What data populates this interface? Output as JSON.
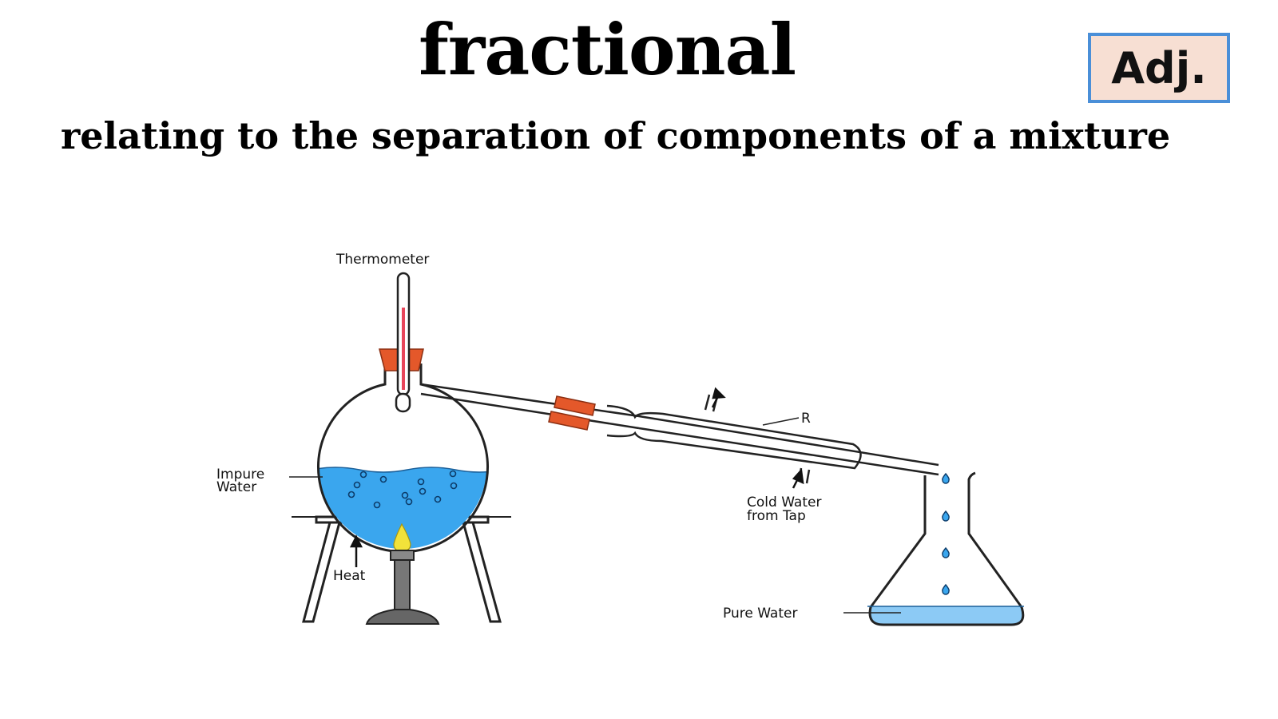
{
  "word": "fractional",
  "part_of_speech": "Adj.",
  "definition": "relating to the separation of components of a mixture",
  "diagram": {
    "labels": {
      "thermometer": "Thermometer",
      "impure_line1": "Impure",
      "impure_line2": "Water",
      "heat": "Heat",
      "r": "R",
      "cold_line1": "Cold Water",
      "cold_line2": "from Tap",
      "pure_water": "Pure Water"
    },
    "colors": {
      "liquid": "#3aa6ee",
      "pure_liquid": "#8ccaf5",
      "stopper": "#e4582a",
      "flame": "#f2e23a",
      "burner": "#777777"
    }
  }
}
